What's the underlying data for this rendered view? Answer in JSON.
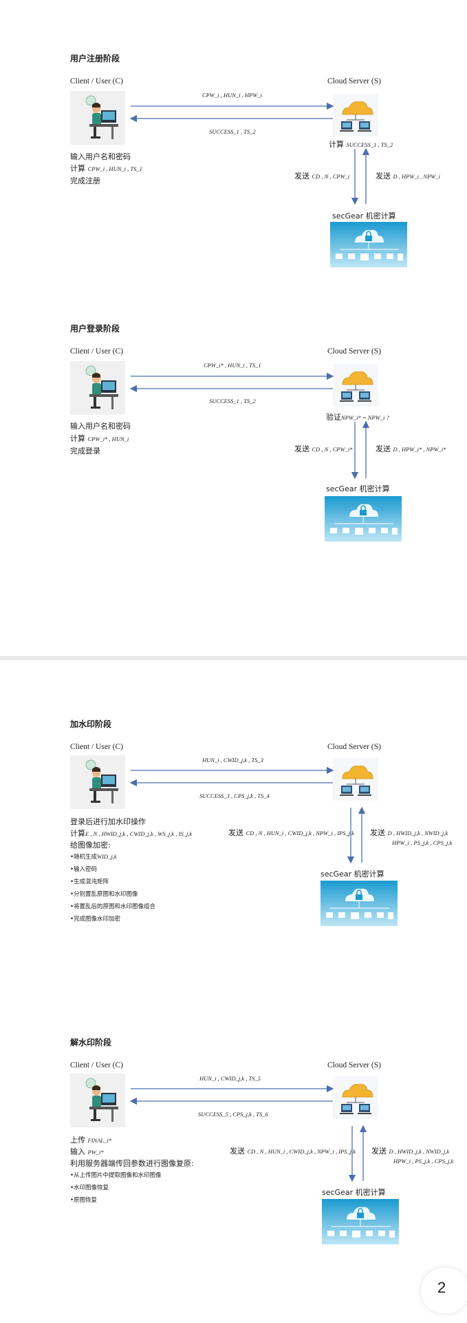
{
  "page_number": "2",
  "stages": [
    {
      "title": "用户注册阶段",
      "client": "Client / User (C)",
      "server": "Cloud Server (S)",
      "msg_to_server": "CPW_i , HUN_i , HPW_i",
      "msg_to_client": "SUCCESS_1 , TS_2",
      "server_note_label": "计算",
      "server_note_math": "SUCCESS_1 , TS_2",
      "send_left_label": "发送",
      "send_left_math": "CD , N , CPW_i",
      "send_right_label": "发送",
      "send_right_math": "D , HPW_i , NPW_i",
      "secgear_label": "secGear  机密计算",
      "client_lines": [
        {
          "text": "输入用户名和密码",
          "math": ""
        },
        {
          "text": "计算",
          "math": "CPW_i , HUN_i , TS_1"
        },
        {
          "text": "完成注册",
          "math": ""
        }
      ]
    },
    {
      "title": "用户登录阶段",
      "client": "Client / User (C)",
      "server": "Cloud Server (S)",
      "msg_to_server": "CPW_i* , HUN_i , TS_1",
      "msg_to_client": "SUCCESS_1 , TS_2",
      "server_note_label": "验证",
      "server_note_math": "NPW_i* = NPW_i ?",
      "send_left_label": "发送",
      "send_left_math": "CD , N , CPW_i*",
      "send_right_label": "发送",
      "send_right_math": "D , HPW_i* , NPW_i*",
      "secgear_label": "secGear  机密计算",
      "client_lines": [
        {
          "text": "输入用户名和密码",
          "math": ""
        },
        {
          "text": "计算",
          "math": "CPW_i* , HUN_i"
        },
        {
          "text": "完成登录",
          "math": ""
        }
      ]
    },
    {
      "title": "加水印阶段",
      "client": "Client / User (C)",
      "server": "Cloud Server (S)",
      "msg_to_server": "HUN_i , CWID_j,k , TS_3",
      "msg_to_client": "SUCCESS_3 , CPS_j,k , TS_4",
      "send_left_label": "发送",
      "send_left_math": "CD , N , HUN_i , CWID_j,k , NPW_i , IPS_j,k",
      "send_right_label": "发送",
      "send_right_math_1": "D , HWID_j,k , NWID_j,k",
      "send_right_math_2": "HPW_i , PS_j,k , CPS_j,k",
      "secgear_label": "secGear  机密计算",
      "client_lines": [
        {
          "text": "登录后进行加水印操作",
          "math": ""
        },
        {
          "text": "计算",
          "math": "E , N , HWID_j,k , CWID_j,k , WS_j,k , IS_j,k"
        },
        {
          "text": "给图像加密:",
          "math": ""
        }
      ],
      "bullets": [
        {
          "text": "•随机生成",
          "math": "WID_j,k"
        },
        {
          "text": "•输入密码",
          "math": ""
        },
        {
          "text": "•生成混沌矩阵",
          "math": ""
        },
        {
          "text": "•分别置乱原图和水印图像",
          "math": ""
        },
        {
          "text": "•将置乱后的原图和水印图像组合",
          "math": ""
        },
        {
          "text": "•完成图像水印加密",
          "math": ""
        }
      ]
    },
    {
      "title": "解水印阶段",
      "client": "Client / User (C)",
      "server": "Cloud Server (S)",
      "msg_to_server": "HUN_i , CWID_j,k , TS_5",
      "msg_to_client": "SUCCESS_5 , CPS_j,k , TS_6",
      "send_left_label": "发送",
      "send_left_math": "CD , N , HUN_i , CWID_j,k , NPW_i , IPS_j,k",
      "send_right_label": "发送",
      "send_right_math_1": "D , HWID_j,k , NWID_j,k",
      "send_right_math_2": "HPW_i , PS_j,k , CPS_j,k",
      "secgear_label": "secGear  机密计算",
      "client_lines": [
        {
          "text": "上传",
          "math": "FINAL_i*"
        },
        {
          "text": "输入",
          "math": "PW_i*"
        },
        {
          "text": "利用服务器端传回参数进行图像复原:",
          "math": ""
        }
      ],
      "bullets": [
        {
          "text": "•从上传图片中提取图像和水印图像",
          "math": ""
        },
        {
          "text": "•水印图像恢复",
          "math": ""
        },
        {
          "text": "•原图恢复",
          "math": ""
        }
      ]
    }
  ]
}
